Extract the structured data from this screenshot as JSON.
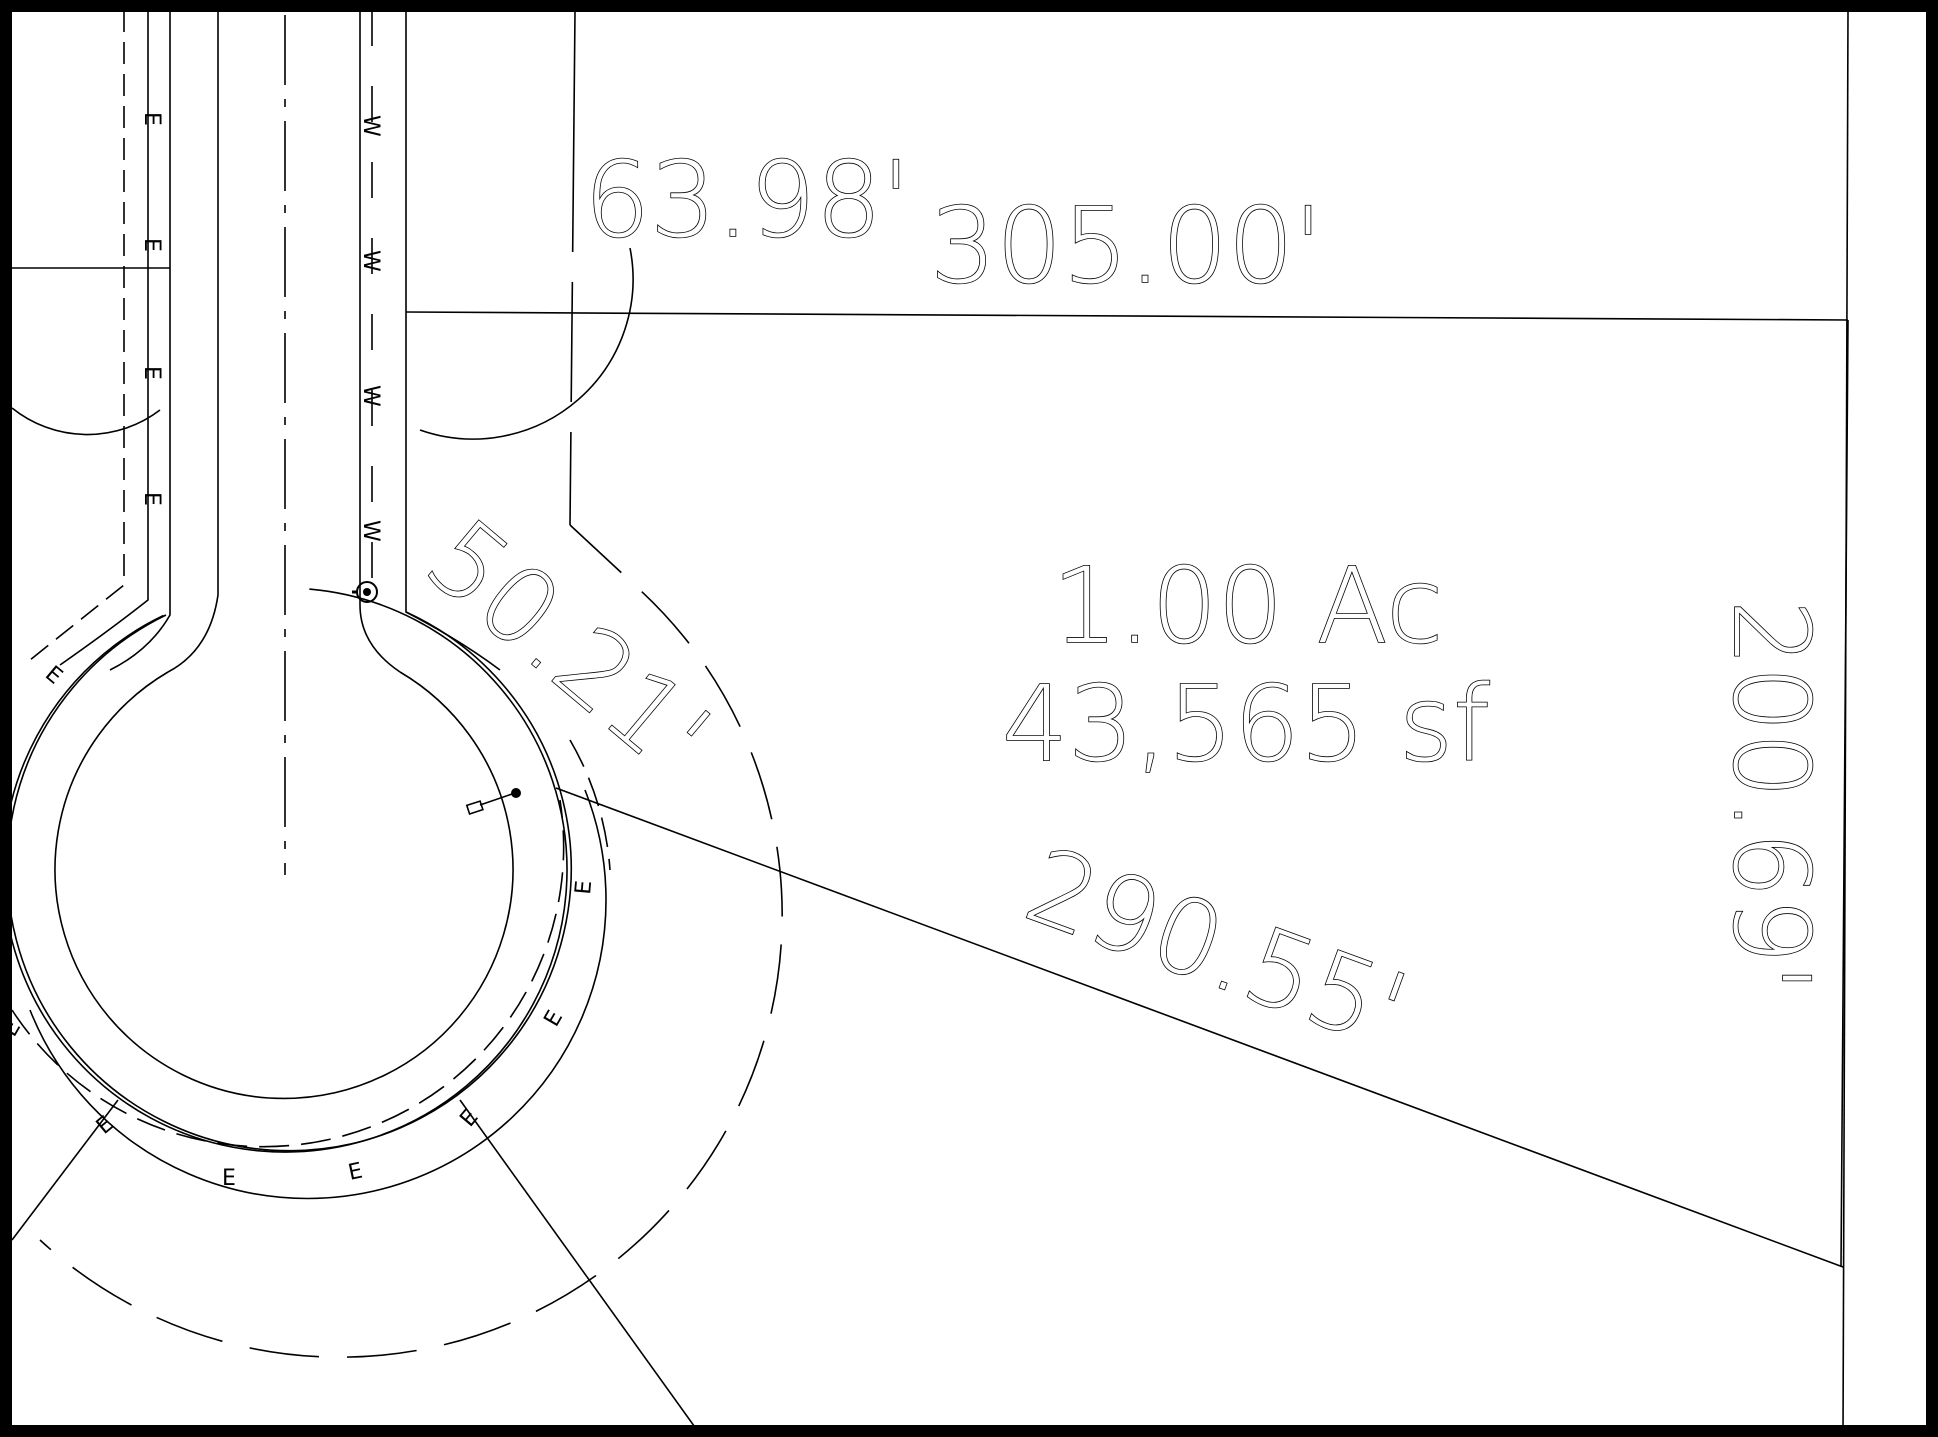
{
  "drawing": {
    "stroke_color": "#000000",
    "background_color": "#ffffff",
    "dimensions": {
      "top_left": "63.98'",
      "top": "305.00'",
      "curve": "50.21'",
      "diagonal": "290.55'",
      "right": "200.69'"
    },
    "lot_area": {
      "acres": "1.00 Ac",
      "square_feet": "43,565 sf"
    },
    "utility_labels": {
      "electric": "E",
      "water": "W"
    }
  }
}
